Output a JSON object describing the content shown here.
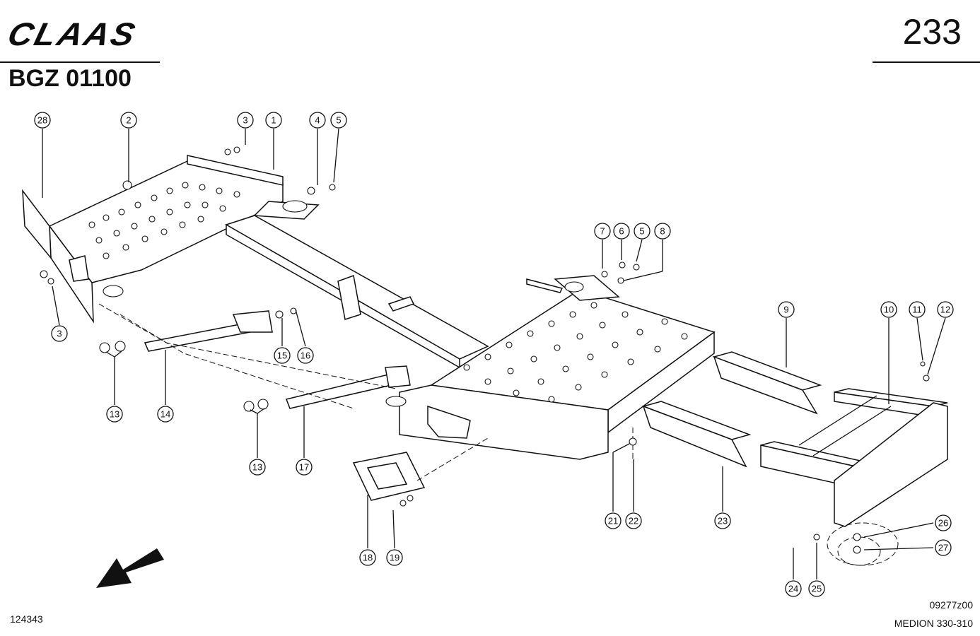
{
  "header": {
    "brand": "CLAAS",
    "page_number": "233",
    "doc_code": "BGZ 01100"
  },
  "footer": {
    "doc_number": "124343",
    "drawing_code": "09277z00",
    "model": "MEDION 330-310"
  },
  "icons": {
    "direction": "direction-arrow-icon"
  },
  "callouts": [
    {
      "id": "c28",
      "label": "28"
    },
    {
      "id": "c2",
      "label": "2"
    },
    {
      "id": "c3a",
      "label": "3"
    },
    {
      "id": "c1",
      "label": "1"
    },
    {
      "id": "c4",
      "label": "4"
    },
    {
      "id": "c5a",
      "label": "5"
    },
    {
      "id": "c7",
      "label": "7"
    },
    {
      "id": "c6",
      "label": "6"
    },
    {
      "id": "c5b",
      "label": "5"
    },
    {
      "id": "c8",
      "label": "8"
    },
    {
      "id": "c9",
      "label": "9"
    },
    {
      "id": "c10",
      "label": "10"
    },
    {
      "id": "c11",
      "label": "11"
    },
    {
      "id": "c12",
      "label": "12"
    },
    {
      "id": "c3b",
      "label": "3"
    },
    {
      "id": "c15",
      "label": "15"
    },
    {
      "id": "c16",
      "label": "16"
    },
    {
      "id": "c13a",
      "label": "13"
    },
    {
      "id": "c14",
      "label": "14"
    },
    {
      "id": "c13b",
      "label": "13"
    },
    {
      "id": "c17",
      "label": "17"
    },
    {
      "id": "c18",
      "label": "18"
    },
    {
      "id": "c19",
      "label": "19"
    },
    {
      "id": "c21",
      "label": "21"
    },
    {
      "id": "c22",
      "label": "22"
    },
    {
      "id": "c23",
      "label": "23"
    },
    {
      "id": "c26",
      "label": "26"
    },
    {
      "id": "c27",
      "label": "27"
    },
    {
      "id": "c24",
      "label": "24"
    },
    {
      "id": "c25",
      "label": "25"
    }
  ]
}
